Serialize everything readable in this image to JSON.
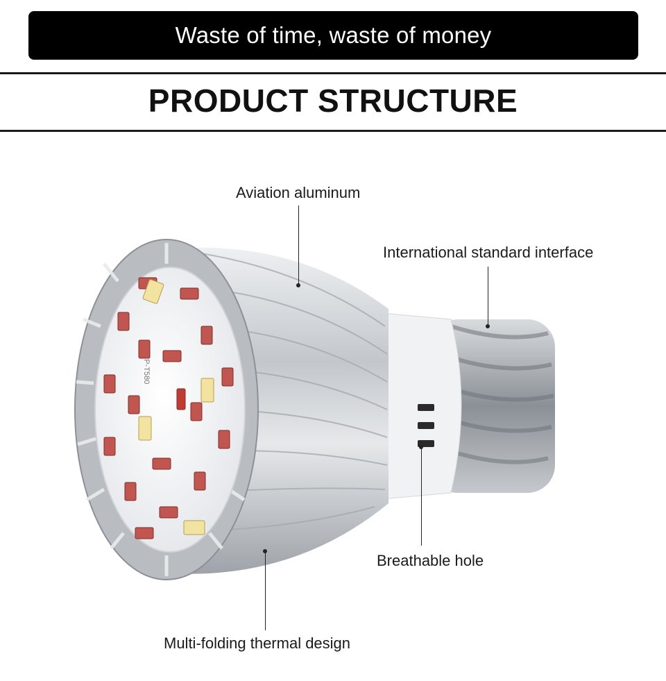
{
  "banner": {
    "text": "Waste of time, waste of money"
  },
  "section": {
    "title": "PRODUCT STRUCTURE"
  },
  "callouts": {
    "aviation": "Aviation aluminum",
    "interface": "International standard interface",
    "breathable": "Breathable hole",
    "thermal": "Multi-folding thermal design"
  },
  "product": {
    "board_marking": "YP-T580",
    "colors": {
      "aluminum": "#c9ccd0",
      "led_red": "#c0564f",
      "led_warm": "#f3e3a0",
      "screw_base": "#9aa0a6"
    }
  }
}
